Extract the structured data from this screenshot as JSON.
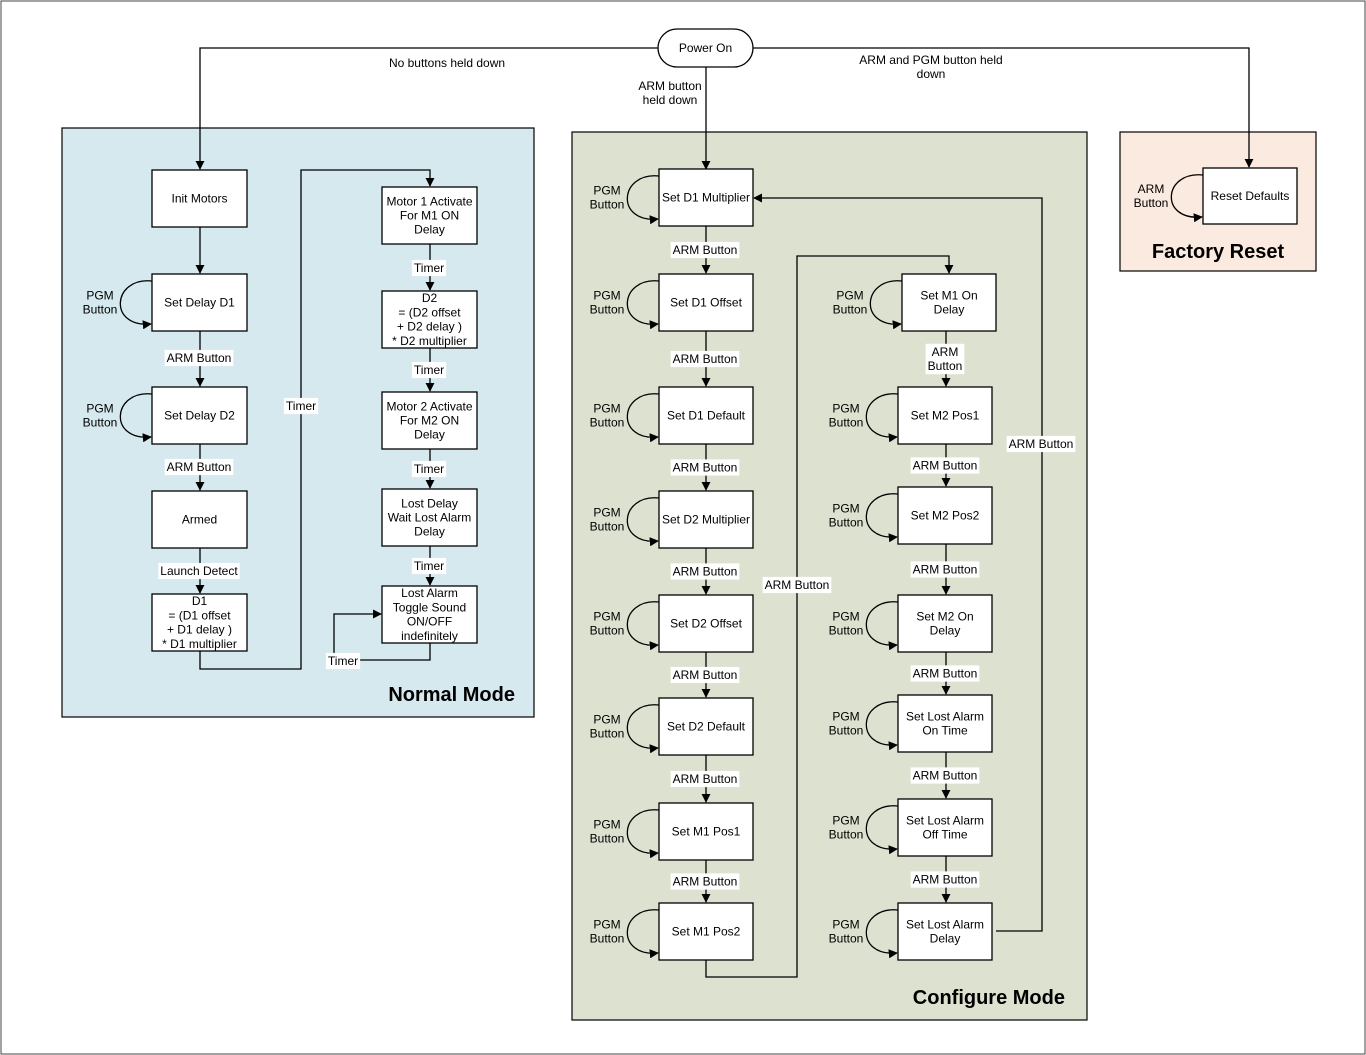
{
  "colors": {
    "normal_region": "#d5e9ef",
    "configure_region": "#dde1d0",
    "factory_region": "#fbeadf",
    "stroke": "#000000"
  },
  "regions": {
    "normal_mode": "Normal Mode",
    "configure_mode": "Configure Mode",
    "factory_reset": "Factory Reset"
  },
  "start": {
    "label": "Power On"
  },
  "entry_labels": {
    "no_buttons": "No buttons held down",
    "arm_held": [
      "ARM button",
      "held down"
    ],
    "arm_pgm_held": [
      "ARM and PGM button held",
      "down"
    ]
  },
  "normal": {
    "init_motors": [
      "Init Motors"
    ],
    "set_delay_d1": [
      "Set Delay D1"
    ],
    "set_delay_d2": [
      "Set Delay D2"
    ],
    "armed": [
      "Armed"
    ],
    "d1_formula": [
      "D1",
      "= (D1 offset",
      "+ D1 delay )",
      "* D1 multiplier"
    ],
    "motor1_activate": [
      "Motor 1 Activate",
      "For M1 ON",
      "Delay"
    ],
    "d2_formula": [
      "D2",
      "= (D2 offset",
      "+ D2 delay )",
      "* D2 multiplier"
    ],
    "motor2_activate": [
      "Motor 2 Activate",
      "For M2 ON",
      "Delay"
    ],
    "lost_delay": [
      "Lost Delay",
      "Wait Lost Alarm",
      "Delay"
    ],
    "lost_alarm": [
      "Lost Alarm",
      "Toggle Sound",
      "ON/OFF",
      "indefinitely"
    ]
  },
  "configure": {
    "left": [
      [
        "Set D1 Multiplier"
      ],
      [
        "Set D1 Offset"
      ],
      [
        "Set D1 Default"
      ],
      [
        "Set D2 Multiplier"
      ],
      [
        "Set D2 Offset"
      ],
      [
        "Set D2 Default"
      ],
      [
        "Set M1 Pos1"
      ],
      [
        "Set M1 Pos2"
      ]
    ],
    "right": [
      [
        "Set M1 On",
        "Delay"
      ],
      [
        "Set M2 Pos1"
      ],
      [
        "Set M2 Pos2"
      ],
      [
        "Set M2 On",
        "Delay"
      ],
      [
        "Set Lost Alarm",
        "On Time"
      ],
      [
        "Set Lost Alarm",
        "Off Time"
      ],
      [
        "Set Lost Alarm",
        "Delay"
      ]
    ]
  },
  "factory": {
    "reset_defaults": [
      "Reset Defaults"
    ]
  },
  "edge_labels": {
    "pgm_button": [
      "PGM",
      "Button"
    ],
    "arm_button": "ARM Button",
    "arm_button_stacked": [
      "ARM",
      "Button"
    ],
    "arm_loop": [
      "ARM",
      "Button"
    ],
    "timer": "Timer",
    "launch_detect": "Launch Detect"
  }
}
